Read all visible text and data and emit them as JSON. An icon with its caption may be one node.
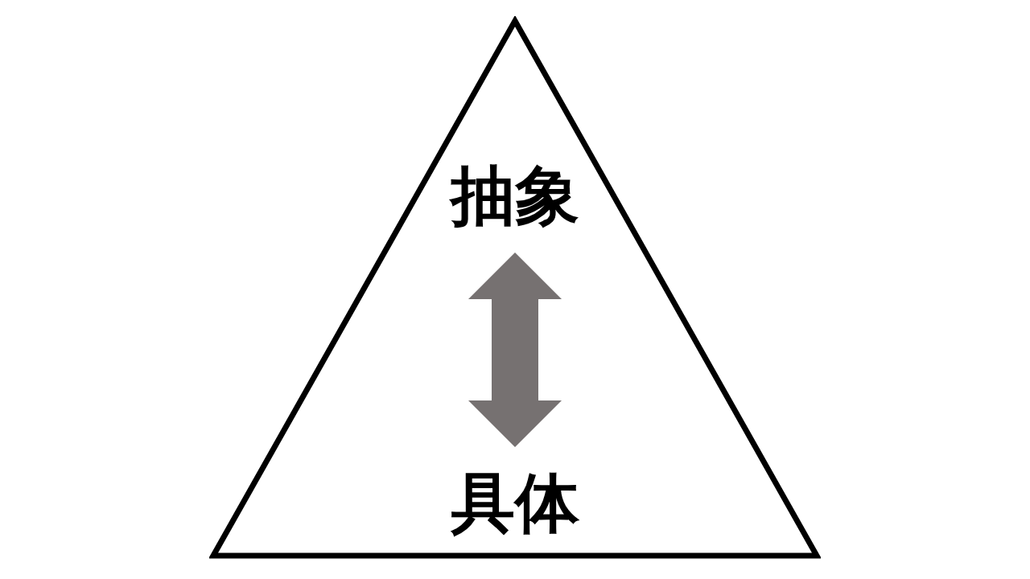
{
  "diagram": {
    "nodes": [
      {
        "text": [],
        "shape": "triangle"
      },
      {
        "text": [
          "抽象"
        ],
        "in": 0
      },
      {
        "text": [
          "具体"
        ],
        "in": 0
      }
    ],
    "edges": [
      {
        "from": 1,
        "to": 2,
        "arrow": "both",
        "color": "#767171"
      }
    ]
  }
}
